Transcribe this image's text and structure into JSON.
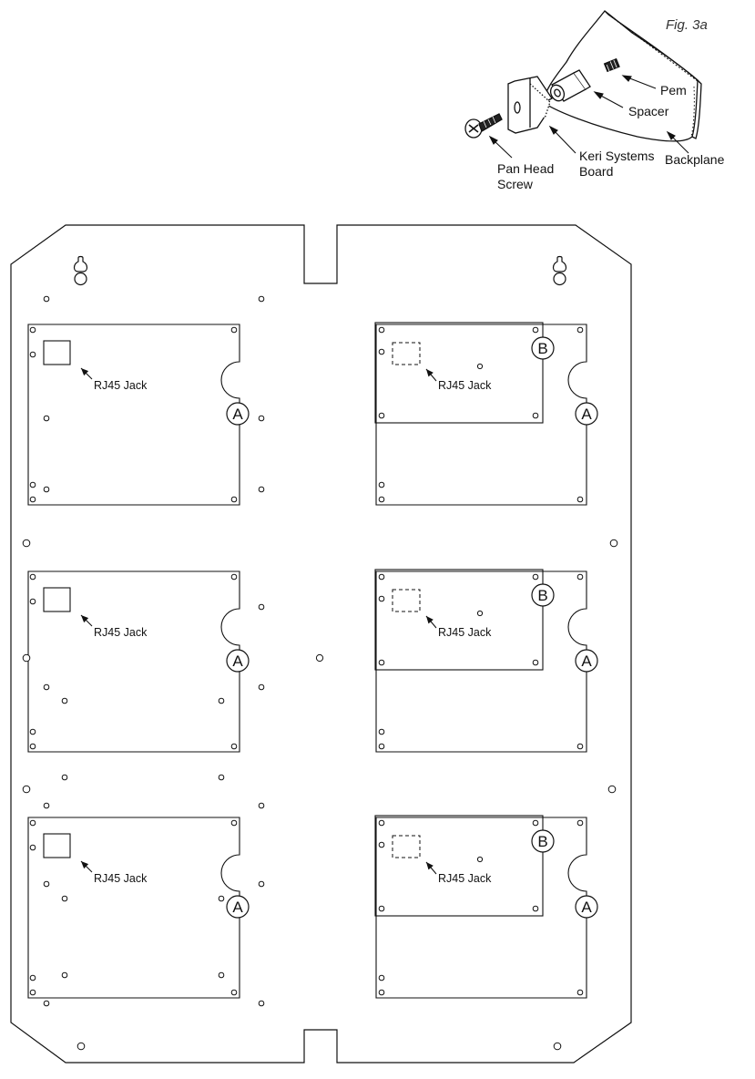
{
  "figure": {
    "title": "Fig. 3a",
    "callouts": {
      "pem": "Pem",
      "spacer": "Spacer",
      "backplane": "Backplane",
      "keri_line1": "Keri Systems",
      "keri_line2": "Board",
      "screw_line1": "Pan Head",
      "screw_line2": "Screw"
    }
  },
  "backplane": {
    "jack_label": "RJ45 Jack",
    "marker_a": "A",
    "marker_b": "B"
  }
}
